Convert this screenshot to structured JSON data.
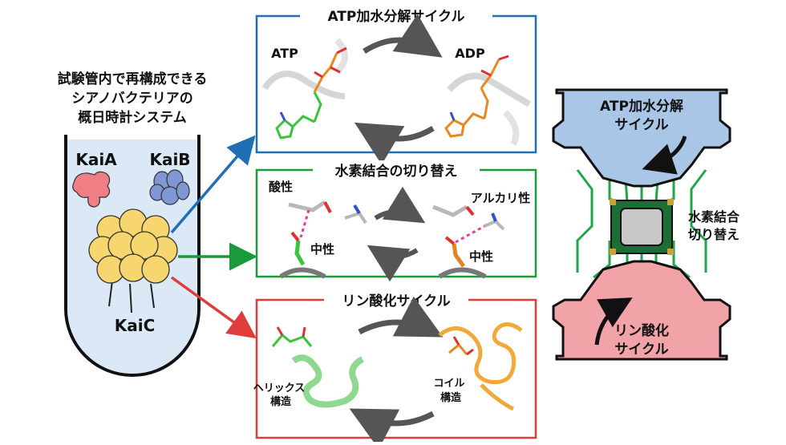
{
  "left": {
    "title_lines": [
      "試験管内で再構成できる",
      "シアノバクテリアの",
      "概日時計システム"
    ],
    "kaia": "KaiA",
    "kaib": "KaiB",
    "kaic": "KaiC"
  },
  "panels": {
    "atp": {
      "title": "ATP加水分解サイクル",
      "left_label": "ATP",
      "right_label": "ADP",
      "color": "#1f6fb5"
    },
    "hbond": {
      "title": "水素結合の切り替え",
      "acid": "酸性",
      "alkali": "アルカリ性",
      "neutral_left": "中性",
      "neutral_right": "中性",
      "color": "#1a9a3a"
    },
    "phos": {
      "title": "リン酸化サイクル",
      "helix_lines": [
        "ヘリックス",
        "構造"
      ],
      "coil_lines": [
        "コイル",
        "構造"
      ],
      "color": "#e03c3c"
    }
  },
  "right": {
    "top_gear_lines": [
      "ATP加水分解",
      "サイクル"
    ],
    "chip_lines": [
      "水素結合",
      "切り替え"
    ],
    "bottom_gear_lines": [
      "リン酸化",
      "サイクル"
    ],
    "blue": "#a9c6e6",
    "pink": "#f2a3a8",
    "green": "#22a54a"
  }
}
